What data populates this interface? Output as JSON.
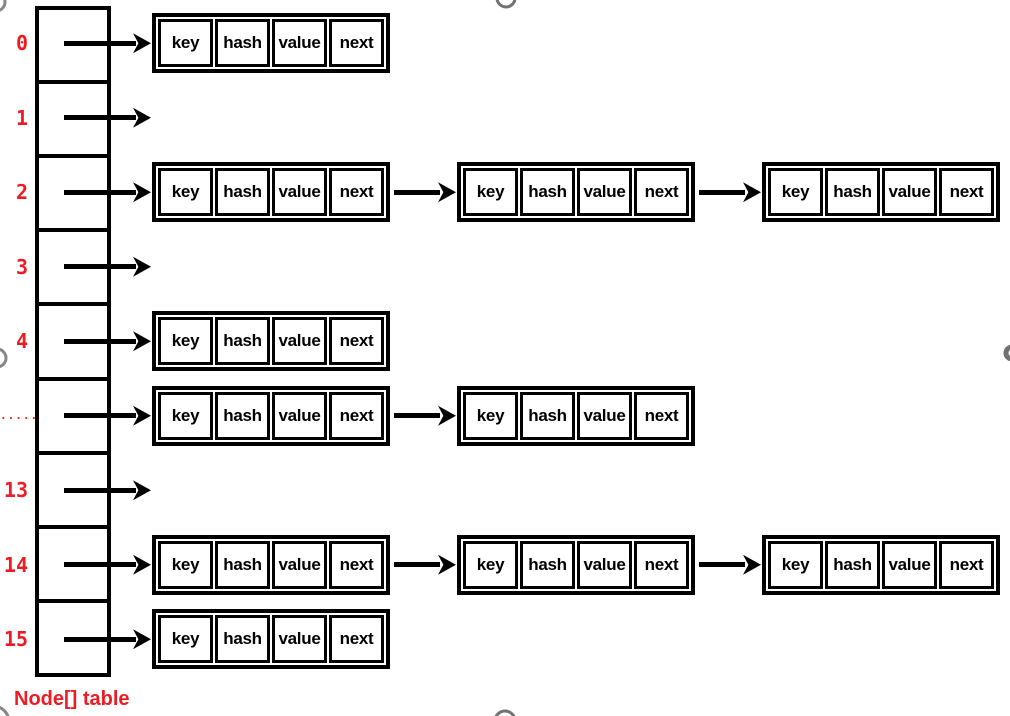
{
  "diagram": {
    "title": "Node[] table",
    "node_cells": [
      "key",
      "hash",
      "value",
      "next"
    ],
    "rows": [
      {
        "label": "0",
        "node_count": 1
      },
      {
        "label": "1",
        "node_count": 0
      },
      {
        "label": "2",
        "node_count": 3
      },
      {
        "label": "3",
        "node_count": 0
      },
      {
        "label": "4",
        "node_count": 1
      },
      {
        "label": ".....",
        "node_count": 2
      },
      {
        "label": "13",
        "node_count": 0
      },
      {
        "label": "14",
        "node_count": 3
      },
      {
        "label": "15",
        "node_count": 1
      }
    ],
    "colors": {
      "label_red": "#ed1c24",
      "line_black": "#000000",
      "background": "#ffffff",
      "watermark_gray": "#4f4f4f"
    }
  }
}
